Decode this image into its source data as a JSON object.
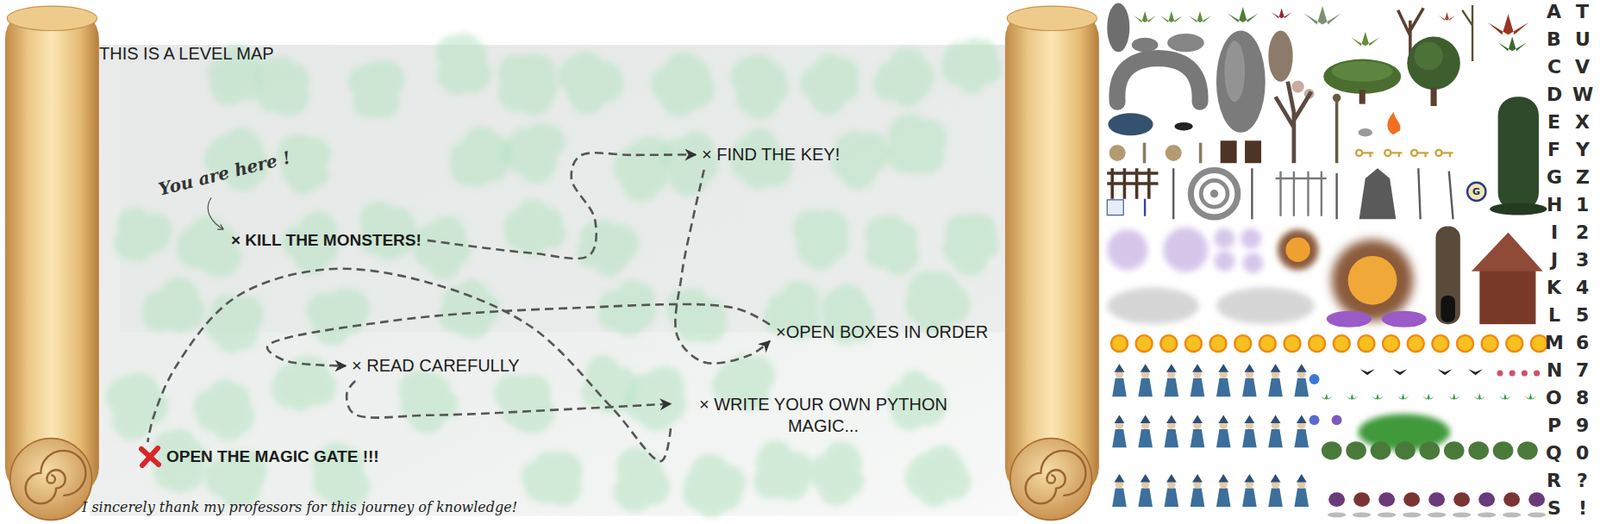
{
  "diagram": {
    "title": "THIS IS A LEVEL MAP",
    "caption": "I sincerely thank my professors for this journey of knowledge!",
    "nodes": [
      {
        "text": [
          "× FIND THE KEY!"
        ]
      },
      {
        "text": [
          "× KILL THE MONSTERS!"
        ]
      },
      {
        "text": [
          "×OPEN BOXES IN ORDER"
        ]
      },
      {
        "text": [
          "× READ CAREFULLY"
        ]
      },
      {
        "text": [
          "× WRITE YOUR OWN PYTHON MAGIC..."
        ]
      },
      {
        "text": [
          "OPEN THE MAGIC GATE !!!"
        ]
      }
    ],
    "edges": [
      {
        "from": 1,
        "to": 0,
        "arrow": "to"
      },
      {
        "from": 0,
        "to": 2,
        "arrow": "to"
      },
      {
        "from": 2,
        "to": 3,
        "arrow": "to"
      },
      {
        "from": 3,
        "to": 4,
        "arrow": "to"
      },
      {
        "from": 4,
        "to": 5,
        "arrow": "none"
      }
    ],
    "labels": [
      "You are here !",
      "A",
      "B",
      "C",
      "D",
      "E",
      "F",
      "G",
      "H",
      "I",
      "J",
      "K",
      "L",
      "M",
      "N",
      "O",
      "P",
      "Q",
      "R",
      "S",
      "T",
      "U",
      "V",
      "W",
      "X",
      "Y",
      "Z",
      "1",
      "2",
      "3",
      "4",
      "5",
      "6",
      "7",
      "8",
      "9",
      "0",
      "?",
      "!",
      "G"
    ]
  }
}
